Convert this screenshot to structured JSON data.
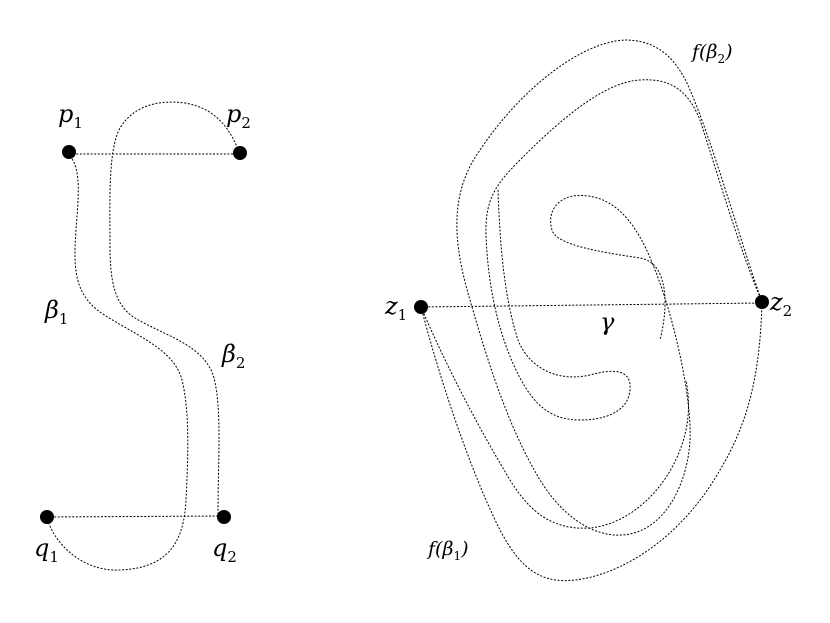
{
  "labels": {
    "p1": {
      "base": "p",
      "sub": "1"
    },
    "p2": {
      "base": "p",
      "sub": "2"
    },
    "q1": {
      "base": "q",
      "sub": "1"
    },
    "q2": {
      "base": "q",
      "sub": "2"
    },
    "beta1": {
      "base": "β",
      "sub": "1"
    },
    "beta2": {
      "base": "β",
      "sub": "2"
    },
    "z1": {
      "base": "z",
      "sub": "1"
    },
    "z2": {
      "base": "z",
      "sub": "2"
    },
    "gamma": "γ",
    "f_beta1": {
      "pre": "f(β",
      "sub": "1",
      "post": ")"
    },
    "f_beta2": {
      "pre": "f(β",
      "sub": "2",
      "post": ")"
    }
  }
}
